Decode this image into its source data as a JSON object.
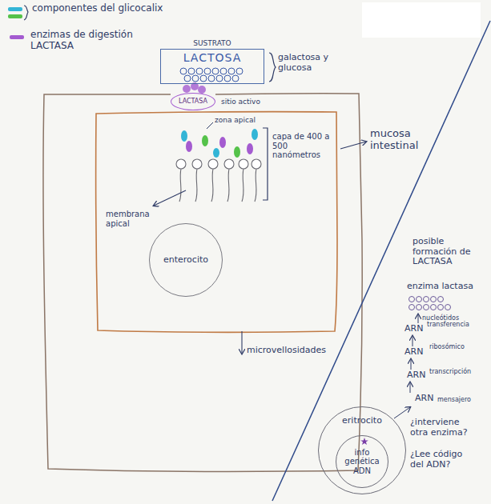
{
  "diagram": {
    "nodes": [
      {
        "text": [
          "SUSTRATO",
          "LACTOSA"
        ]
      },
      {
        "text": [
          "LACTASA"
        ]
      },
      {
        "text": [
          "enterocito"
        ]
      },
      {
        "text": [
          "eritrocito"
        ]
      },
      {
        "text": [
          "info genética ADN"
        ],
        "in": 3
      }
    ],
    "labels": [
      "galactosa y glucosa",
      "sitio activo",
      "mucosa intestinal",
      "zona apical",
      "capa de 400 a 500 nanómetros",
      "membrana apical",
      "microvellosidades",
      "posible formación de LACTASA",
      "enzima lactasa",
      "nucleótidos",
      "ARN",
      "transferencia",
      "ARN",
      "ribosómico",
      "ARN",
      "transcripción",
      "ARN",
      "mensajero",
      "¿interviene otra enzima?",
      "¿Lee código del ADN?"
    ],
    "legend": [
      {
        "text": "componentes del glicocalix",
        "color": "#33b5d6"
      },
      {
        "text": "enzimas de digestión LACTASA",
        "color": "#a45bd0"
      }
    ]
  }
}
